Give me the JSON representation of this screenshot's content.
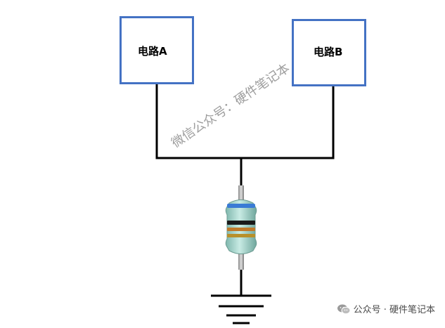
{
  "diagram": {
    "circuit_a": {
      "label": "电路A"
    },
    "circuit_b": {
      "label": "电路B"
    },
    "watermark": {
      "text": "微信公众号：硬件笔记本"
    },
    "footer": {
      "text": "公众号 · 硬件笔记本",
      "icon": "wechat-icon"
    },
    "colors": {
      "box_border": "#4472C4",
      "wire": "#000000",
      "resistor_body": "#9fd0c7",
      "band_1": "#3a7bd5",
      "band_2": "#1a1a1a",
      "band_3": "#c07a2a",
      "band_4": "#b8902a"
    }
  }
}
